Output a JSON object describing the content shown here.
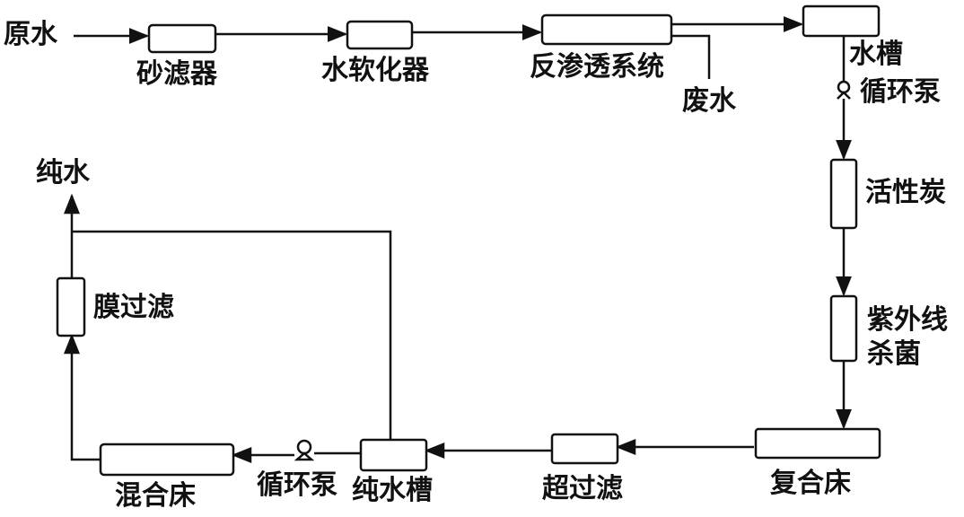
{
  "colors": {
    "line": "#111111",
    "background": "#ffffff"
  },
  "labels": {
    "raw_water": "原水",
    "sand_filter": "砂滤器",
    "water_softener": "水软化器",
    "ro_system": "反渗透系统",
    "waste_water": "废水",
    "water_tank": "水槽",
    "circulation_pump_right": "循环泵",
    "activated_carbon": "活性炭",
    "uv_sterilization_line1": "紫外线",
    "uv_sterilization_line2": "杀菌",
    "compound_bed": "复合床",
    "ultrafiltration": "超过滤",
    "pure_water_tank": "纯水槽",
    "circulation_pump_bottom": "循环泵",
    "mixed_bed": "混合床",
    "membrane_filtration": "膜过滤",
    "pure_water": "纯水"
  }
}
